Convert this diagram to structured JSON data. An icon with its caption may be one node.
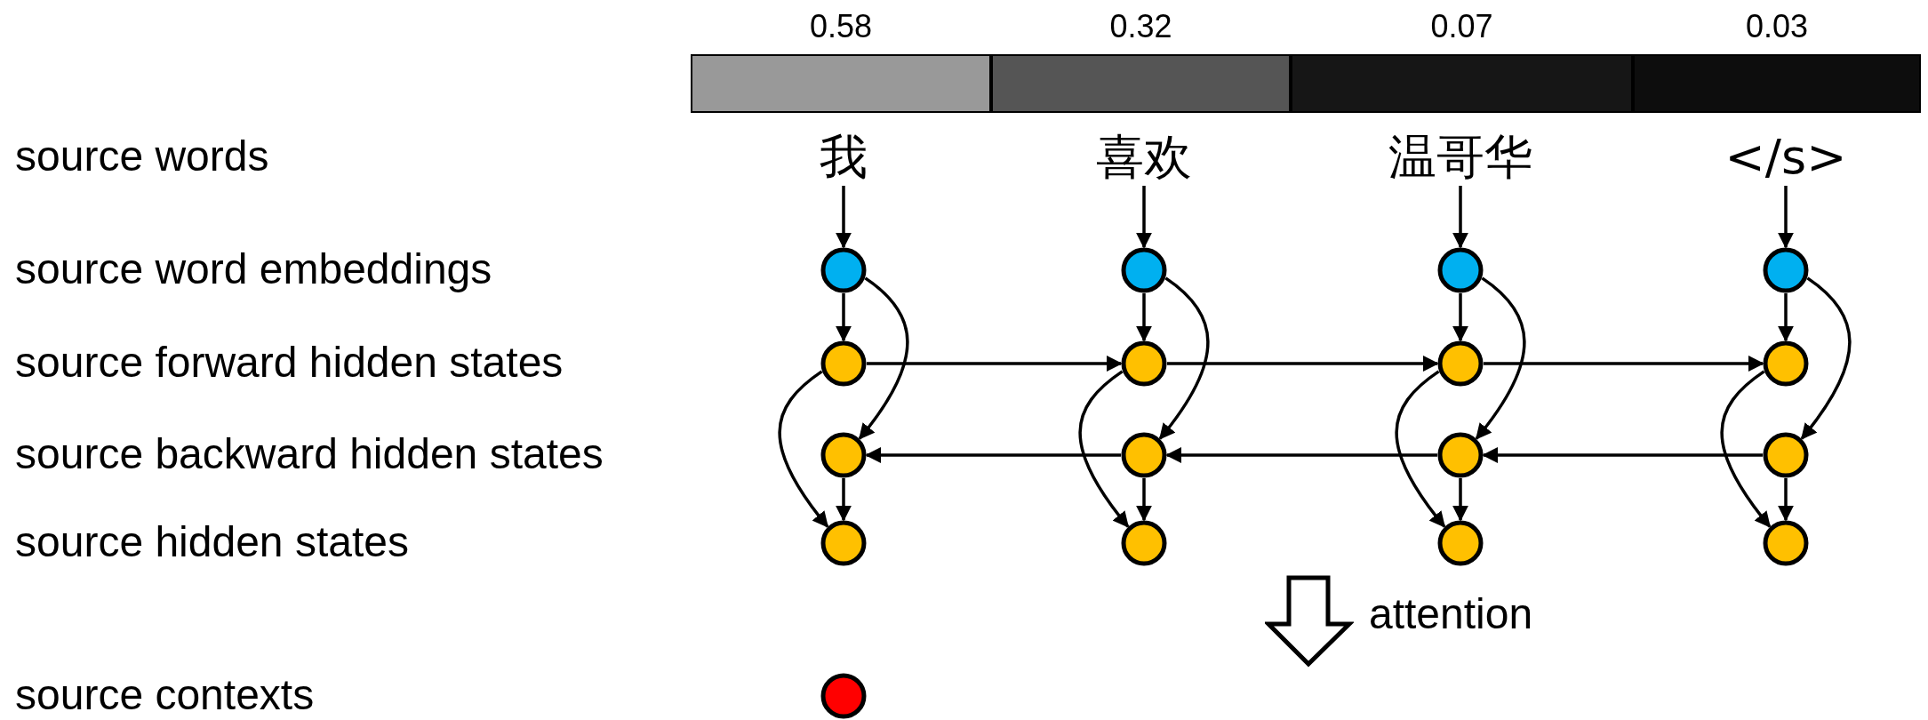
{
  "diagram": {
    "nodes": [
      {
        "text": [
          "0.58"
        ]
      },
      {
        "text": [
          "0.32"
        ]
      },
      {
        "text": [
          "0.07"
        ]
      },
      {
        "text": [
          "0.03"
        ]
      },
      {
        "text": [
          "我"
        ]
      },
      {
        "text": [
          "喜欢"
        ]
      },
      {
        "text": [
          "温哥华"
        ]
      },
      {
        "text": [
          "</s>"
        ]
      },
      {
        "text": [],
        "shape": "circle"
      },
      {
        "text": [],
        "shape": "circle"
      },
      {
        "text": [],
        "shape": "circle"
      },
      {
        "text": [],
        "shape": "circle"
      },
      {
        "text": [],
        "shape": "circle"
      },
      {
        "text": [],
        "shape": "circle"
      },
      {
        "text": [],
        "shape": "circle"
      },
      {
        "text": [],
        "shape": "circle"
      },
      {
        "text": [],
        "shape": "circle"
      },
      {
        "text": [],
        "shape": "circle"
      },
      {
        "text": [],
        "shape": "circle"
      },
      {
        "text": [],
        "shape": "circle"
      },
      {
        "text": [],
        "shape": "circle"
      },
      {
        "text": [],
        "shape": "circle"
      },
      {
        "text": [],
        "shape": "circle"
      },
      {
        "text": [],
        "shape": "circle"
      },
      {
        "text": [],
        "shape": "circle"
      }
    ],
    "edges": [
      {
        "from": 4,
        "to": 8,
        "arrow": "to"
      },
      {
        "from": 8,
        "to": 12,
        "arrow": "to"
      },
      {
        "from": 8,
        "to": 16,
        "arrow": "to"
      },
      {
        "from": 12,
        "to": 20,
        "arrow": "to"
      },
      {
        "from": 16,
        "to": 20,
        "arrow": "to"
      },
      {
        "from": 5,
        "to": 9,
        "arrow": "to"
      },
      {
        "from": 9,
        "to": 13,
        "arrow": "to"
      },
      {
        "from": 9,
        "to": 17,
        "arrow": "to"
      },
      {
        "from": 13,
        "to": 21,
        "arrow": "to"
      },
      {
        "from": 17,
        "to": 21,
        "arrow": "to"
      },
      {
        "from": 6,
        "to": 10,
        "arrow": "to"
      },
      {
        "from": 10,
        "to": 14,
        "arrow": "to"
      },
      {
        "from": 10,
        "to": 18,
        "arrow": "to"
      },
      {
        "from": 14,
        "to": 22,
        "arrow": "to"
      },
      {
        "from": 18,
        "to": 22,
        "arrow": "to"
      },
      {
        "from": 7,
        "to": 11,
        "arrow": "to"
      },
      {
        "from": 11,
        "to": 15,
        "arrow": "to"
      },
      {
        "from": 11,
        "to": 19,
        "arrow": "to"
      },
      {
        "from": 15,
        "to": 23,
        "arrow": "to"
      },
      {
        "from": 19,
        "to": 23,
        "arrow": "to"
      },
      {
        "from": 12,
        "to": 13,
        "arrow": "to"
      },
      {
        "from": 13,
        "to": 14,
        "arrow": "to"
      },
      {
        "from": 14,
        "to": 15,
        "arrow": "to"
      },
      {
        "from": 19,
        "to": 18,
        "arrow": "to"
      },
      {
        "from": 18,
        "to": 17,
        "arrow": "to"
      },
      {
        "from": 17,
        "to": 16,
        "arrow": "to"
      }
    ],
    "labels": [
      "source words",
      "source word embeddings",
      "source forward hidden states",
      "source backward hidden states",
      "source hidden states",
      "attention",
      "source contexts"
    ]
  }
}
